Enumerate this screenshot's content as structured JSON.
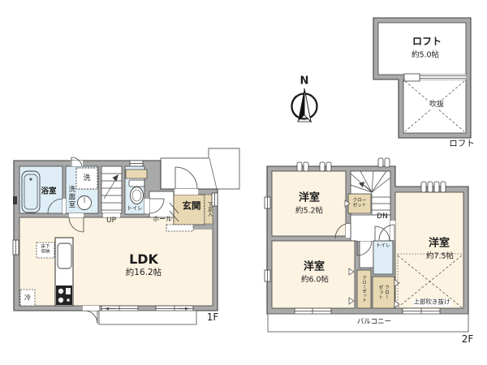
{
  "floors": {
    "f1": {
      "name": "1F",
      "ldk": "LDK",
      "ldk_size": "約16.2帖",
      "bath": "浴室",
      "washroom": "洗面室",
      "washer": "洗",
      "toilet": "トイレ",
      "hall": "ホール",
      "entrance": "玄関",
      "shoe_cupboard": "下足入",
      "stairs": "UP",
      "underfloor_storage_line1": "床下",
      "underfloor_storage_line2": "収納",
      "fridge": "冷"
    },
    "f2": {
      "name": "2F",
      "room_a": "洋室",
      "room_a_size": "約5.2帖",
      "room_b": "洋室",
      "room_b_size": "約6.0帖",
      "room_c": "洋室",
      "room_c_size": "約7.5帖",
      "closet_a_line1": "クロー",
      "closet_a_line2": "ゼット",
      "closet_b": "クローゼット",
      "closet_c_line1": "クロー",
      "closet_c_line2": "ゼット",
      "toilet": "トイレ",
      "stairs": "DN",
      "open_ceiling": "上部吹き抜け",
      "balcony": "バルコニー"
    },
    "loft": {
      "name": "ロフト",
      "room": "ロフト",
      "room_size": "約5.0帖",
      "void": "吹抜"
    }
  },
  "compass": {
    "north": "N"
  },
  "colors": {
    "wall": "#a9a9a9",
    "outline": "#3f3f3f",
    "room_floor": "#fdf3e2",
    "wet_area": "#dfeef6",
    "storage": "#e8d9b4",
    "background": "#ffffff"
  }
}
